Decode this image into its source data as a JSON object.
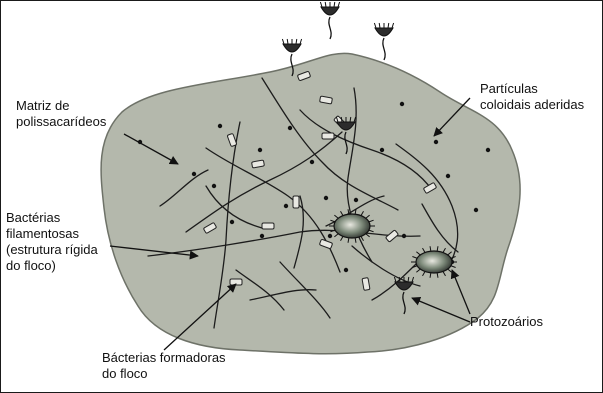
{
  "labels": {
    "matrix": [
      "Matriz de",
      "polissacarídeos"
    ],
    "particles": [
      "Partículas",
      "coloidais aderidas"
    ],
    "filamentous": [
      "Bactérias",
      "filamentosas",
      "(estrutura rígida",
      "do floco)"
    ],
    "protozoa": [
      "Protozoários"
    ],
    "formers": [
      "Bácterias formadoras",
      "do floco"
    ]
  },
  "colors": {
    "floc_fill": "#b4b8ac",
    "floc_edge": "#6e7268",
    "filament": "#1c1c1c",
    "arrow": "#111111"
  }
}
